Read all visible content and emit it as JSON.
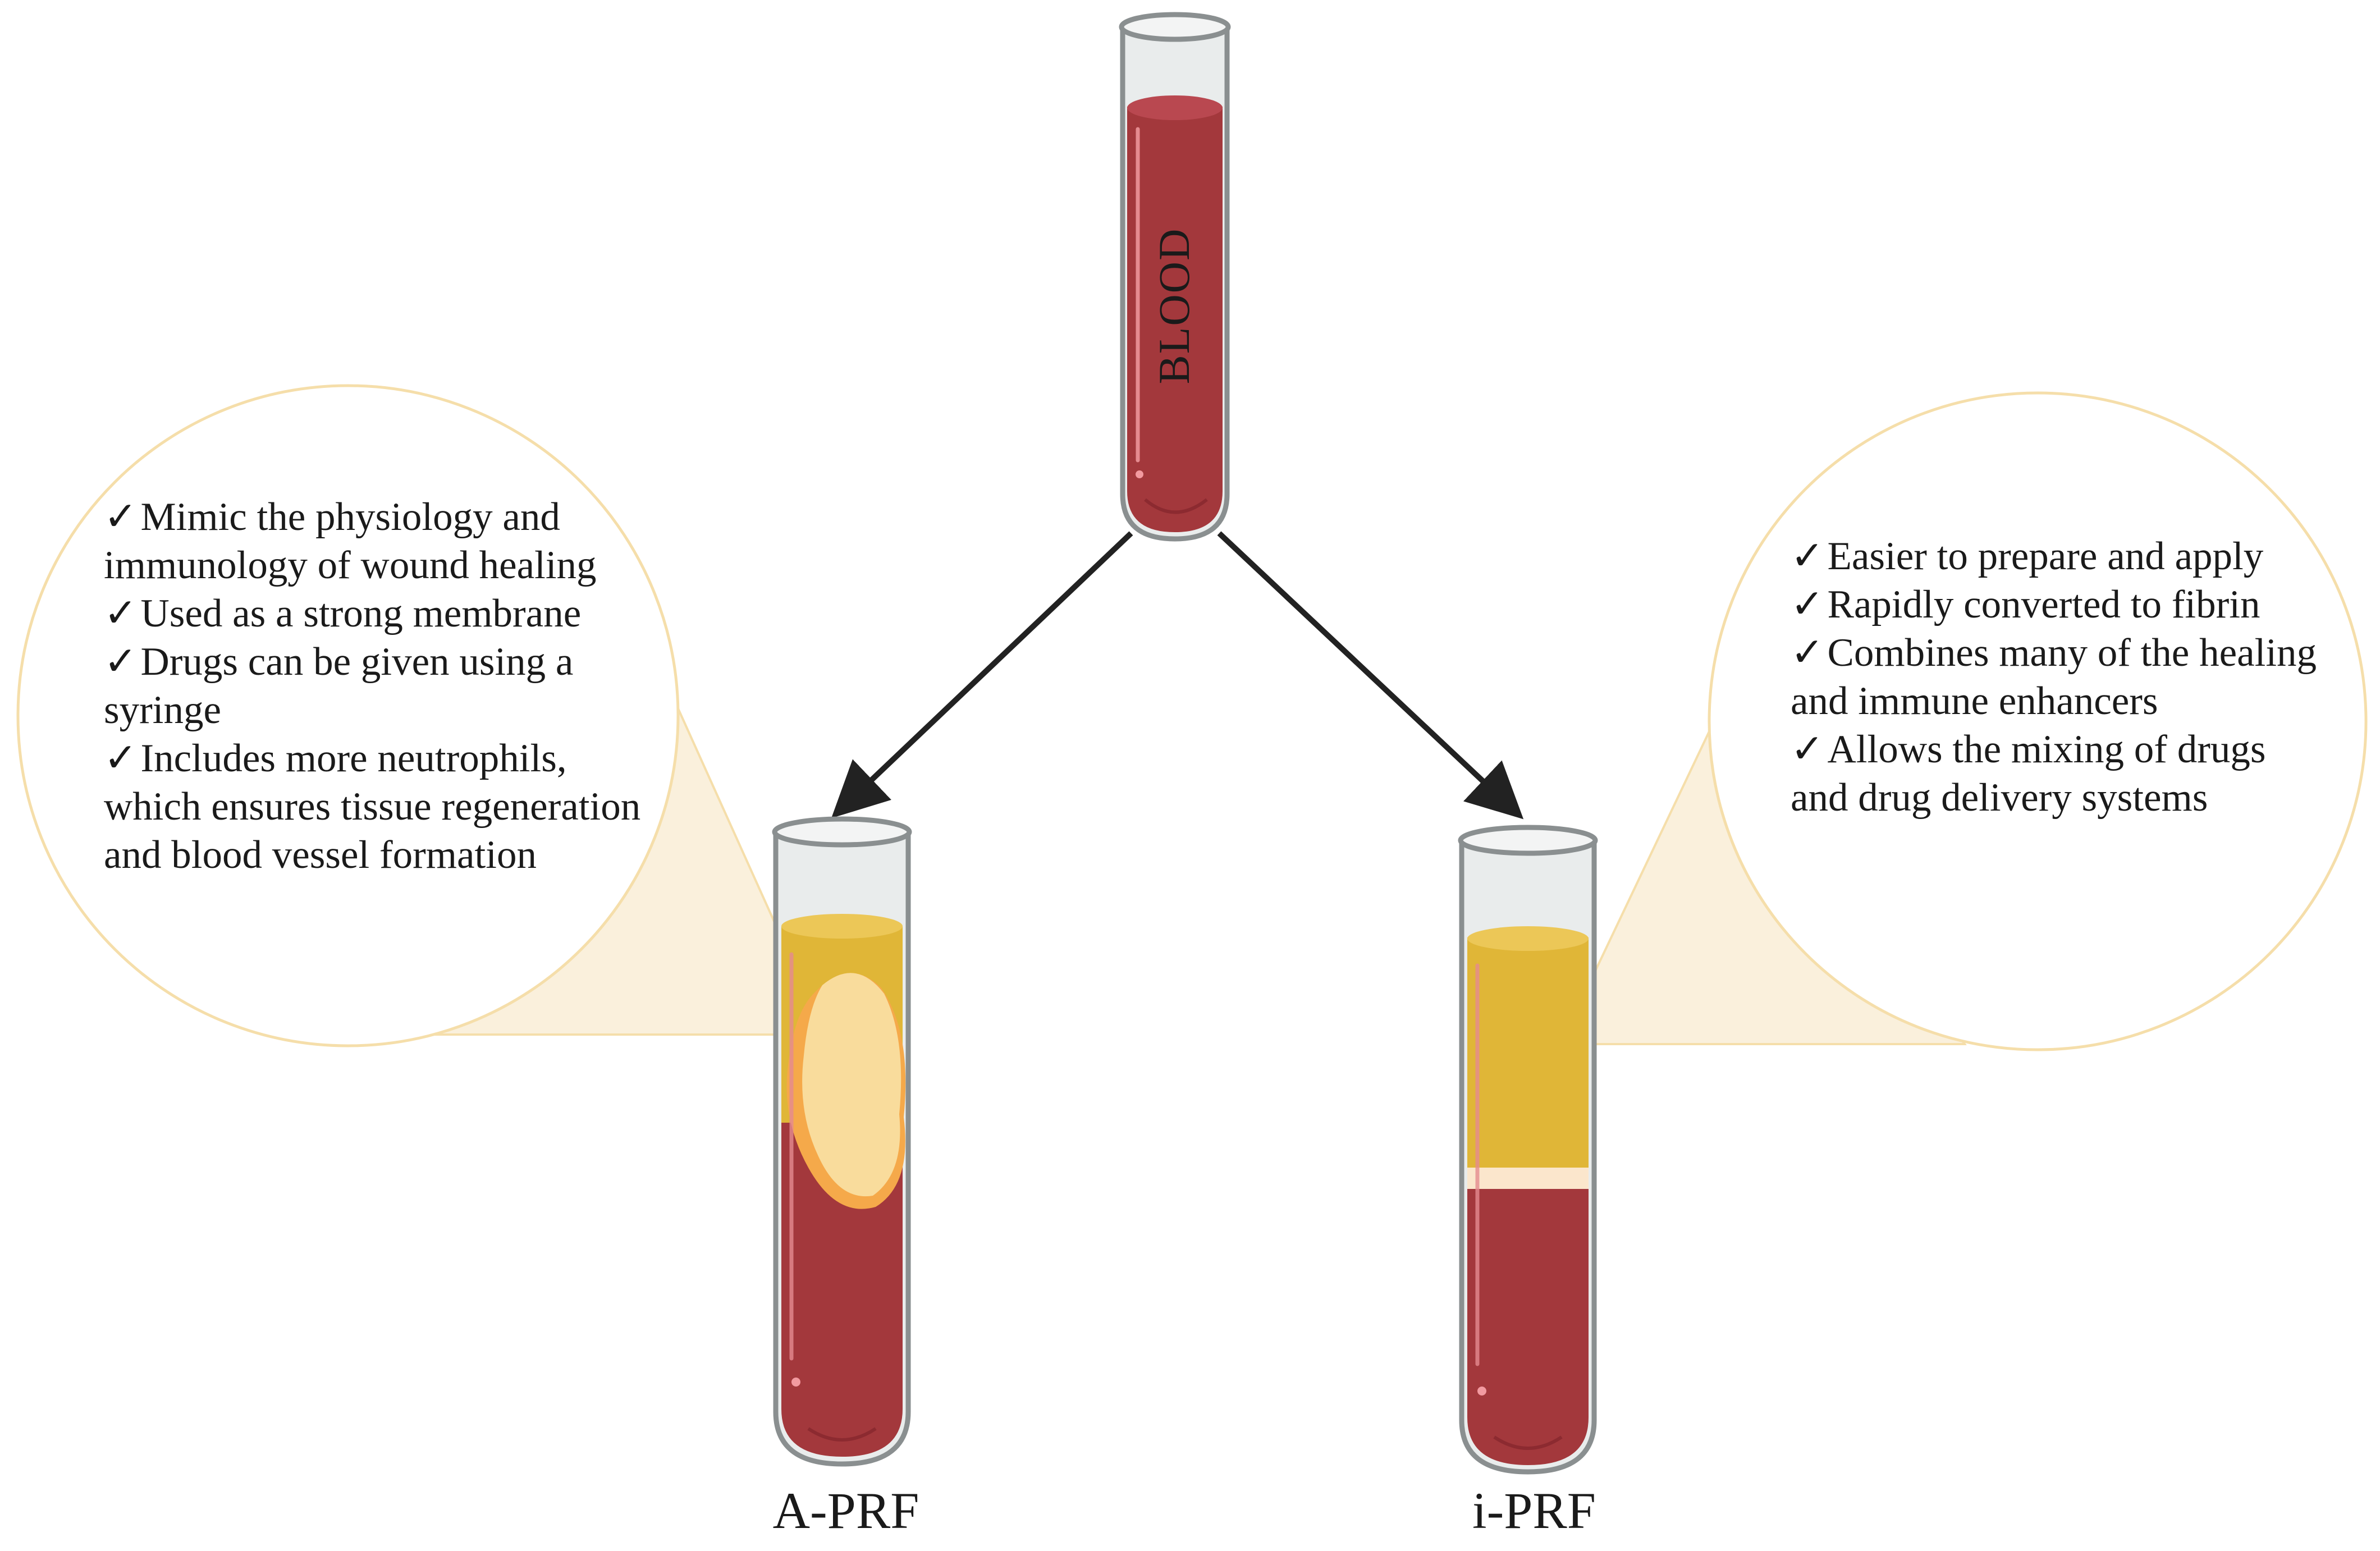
{
  "blood_tube": {
    "label": "BLOOD"
  },
  "arrows": [
    {
      "from": "blood",
      "to": "A-PRF"
    },
    {
      "from": "blood",
      "to": "i-PRF"
    }
  ],
  "a_prf": {
    "label": "A-PRF",
    "benefits": [
      "Mimic the physiology and immunology of wound healing",
      "Used as a strong membrane",
      "Drugs can be given using a syringe",
      "Includes more neutrophils, which ensures tissue regeneration and blood vessel formation"
    ]
  },
  "i_prf": {
    "label": "i-PRF",
    "benefits": [
      "Easier to prepare and apply",
      "Rapidly converted to fibrin",
      "Combines many of the healing and immune enhancers",
      "Allows the mixing of drugs and drug delivery systems"
    ]
  },
  "check_mark": "✓",
  "colors": {
    "blood": "#a3383c",
    "blood_dark": "#8c2a30",
    "plasma": "#e0b637",
    "fibrin_clot": "#f9dc9c",
    "bubble_fill": "#ffffff",
    "bubble_border": "#f5deaa",
    "callout_fill": "#faf0dc",
    "arrow": "#222222"
  }
}
